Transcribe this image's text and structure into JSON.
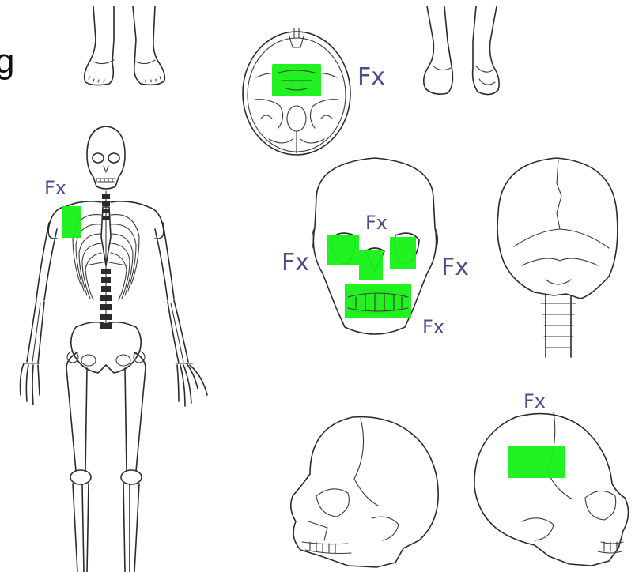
{
  "edge_letter": "g",
  "highlight_color": "#16f016",
  "annotation_color": "#4a4f8a",
  "labels": {
    "cranial_base_fx": "Fx",
    "skeleton_shoulder_fx": "Fx",
    "face_top_fx": "Fx",
    "face_left_fx": "Fx",
    "face_right_fx": "Fx",
    "face_jaw_fx": "Fx",
    "lateral_skull_fx": "Fx"
  }
}
